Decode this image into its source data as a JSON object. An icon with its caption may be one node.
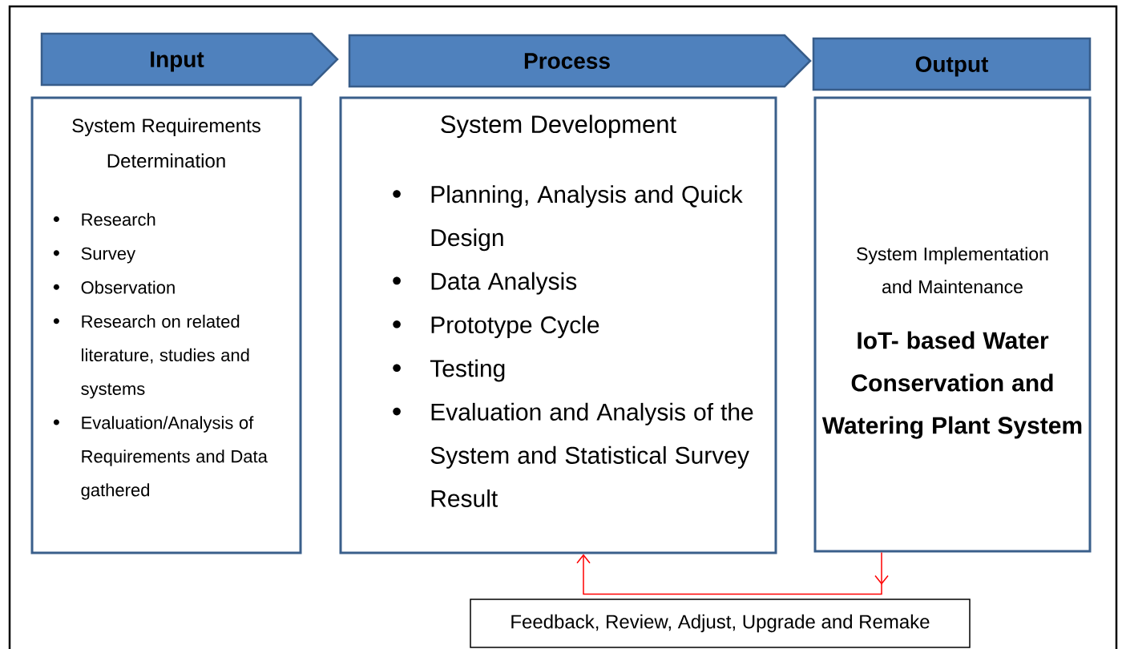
{
  "diagram": {
    "nodes": [
      {
        "text": [
          "Input"
        ]
      },
      {
        "text": [
          "Process"
        ]
      },
      {
        "text": [
          "Output"
        ]
      },
      {
        "text": [
          "System Requirements Determination",
          "Research",
          "Survey",
          "Observation",
          "Research on related literature, studies and systems",
          "Evaluation/Analysis of Requirements and Data gathered"
        ]
      },
      {
        "text": [
          "System Development",
          "Planning, Analysis and Quick Design",
          "Data Analysis",
          "Prototype Cycle",
          "Testing",
          "Evaluation and Analysis of the System and Statistical Survey Result"
        ]
      },
      {
        "text": [
          "System Implementation and Maintenance",
          "IoT- based Water Conservation and Watering Plant System"
        ]
      },
      {
        "text": [
          "Feedback, Review, Adjust, Upgrade and Remake"
        ]
      }
    ],
    "edges": [
      {
        "from": 5,
        "to": 4,
        "arrow": "to",
        "color": "#ff0000"
      }
    ]
  }
}
